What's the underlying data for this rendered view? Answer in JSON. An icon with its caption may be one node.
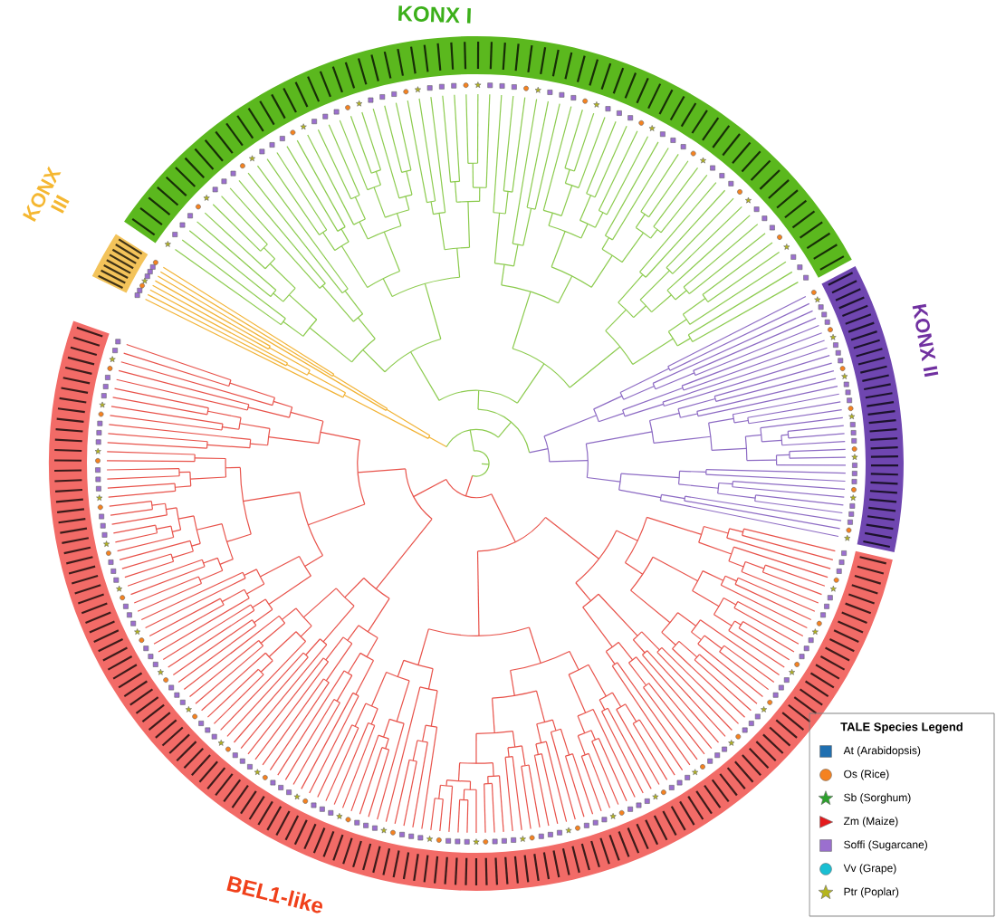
{
  "diagram": {
    "labels": [
      "KONX I",
      "KONX III",
      "KONX II",
      "BEL1-like",
      "TALE Species Legend"
    ],
    "legend": [
      {
        "text": "At (Arabidopsis)"
      },
      {
        "text": "Os (Rice)"
      },
      {
        "text": "Sb (Sorghum)"
      },
      {
        "text": "Zm (Maize)"
      },
      {
        "text": "Soffi (Sugarcane)"
      },
      {
        "text": "Vv (Grape)"
      },
      {
        "text": "Ptr (Poplar)"
      }
    ]
  }
}
